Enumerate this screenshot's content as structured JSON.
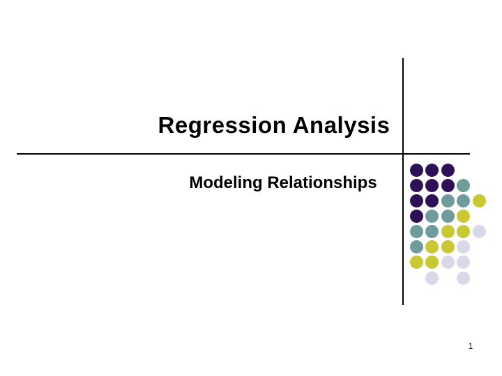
{
  "slide": {
    "title": "Regression Analysis",
    "subtitle": "Modeling Relationships",
    "page_number": "1"
  },
  "decoration": {
    "colors": {
      "purple": "#2D1055",
      "teal": "#6E9B9B",
      "yellow": "#C8C832",
      "lavender": "#D8D8E8",
      "rule": "#000000"
    },
    "dot_grid": {
      "rows": [
        [
          "purple",
          "purple",
          "purple",
          null,
          null
        ],
        [
          "purple",
          "purple",
          "purple",
          "teal",
          null
        ],
        [
          "purple",
          "purple",
          "teal",
          "teal",
          "yellow"
        ],
        [
          "purple",
          "teal",
          "teal",
          "yellow",
          null
        ],
        [
          "teal",
          "teal",
          "yellow",
          "yellow",
          "lavender"
        ],
        [
          "teal",
          "yellow",
          "yellow",
          "lavender",
          null
        ],
        [
          "yellow",
          "yellow",
          "lavender",
          "lavender",
          null
        ],
        [
          null,
          "lavender",
          null,
          "lavender",
          null
        ]
      ]
    }
  }
}
